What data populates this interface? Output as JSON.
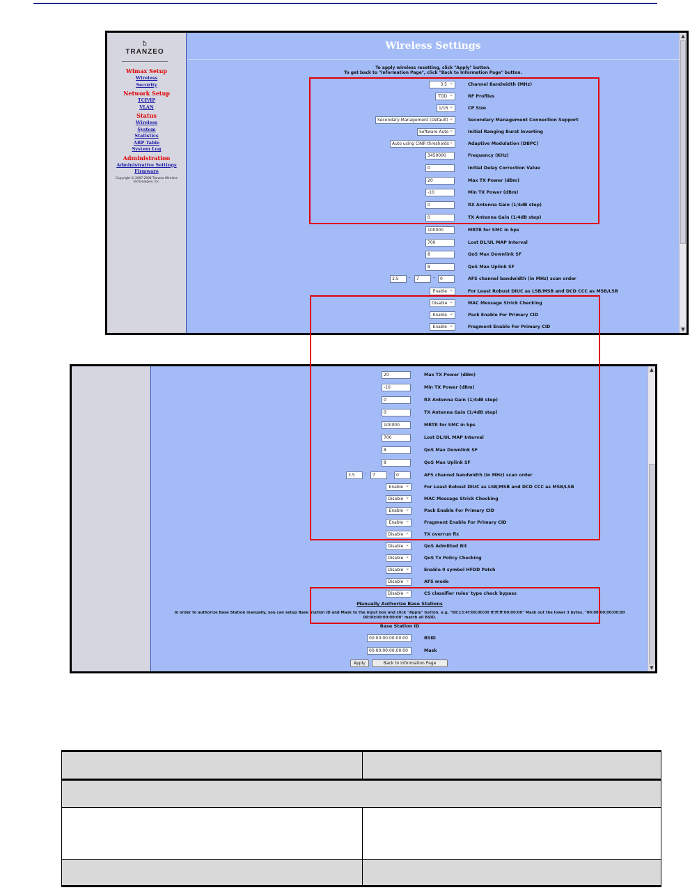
{
  "logo": {
    "mark": "ᵬ",
    "text": "TRANZEO"
  },
  "sidebar": {
    "wimax_setup": "Wimax Setup",
    "wireless": "Wireless",
    "security": "Security",
    "network_setup": "Network Setup",
    "tcpip": "TCP/IP",
    "vlan": "VLAN",
    "status": "Status",
    "status_wireless": "Wireless",
    "system": "System",
    "statistics": "Statistics",
    "arp_table": "ARP Table",
    "system_log": "System Log",
    "administration": "Administration",
    "admin_settings": "Administrative Settings",
    "firmware": "Firmware",
    "copyright": "Copyright © 2007-2008 Tranzeo Wireless Technologies, Inc."
  },
  "page": {
    "title": "Wireless Settings",
    "instruction_1": "To apply wireless resetting, click \"Apply\" button.",
    "instruction_2": "To get back to \"Information Page\", click \"Back to Information Page\" button."
  },
  "settings": {
    "channel_bandwidth": {
      "label": "Channel Bandwidth (MHz)",
      "value": "3.5"
    },
    "rf_profiles": {
      "label": "RF Profiles",
      "value": "TDD"
    },
    "cp_size": {
      "label": "CP Size",
      "value": "1/16"
    },
    "secondary_mgmt": {
      "label": "Secondary Management Connection Support",
      "value": "Secondary Management (Default)"
    },
    "initial_ranging": {
      "label": "Initial Ranging Burst Inverting",
      "value": "Software Auto"
    },
    "adaptive_modulation": {
      "label": "Adaptive Modulation (DBPC)",
      "value": "Auto using CINR thresholds"
    },
    "frequency": {
      "label": "Frequency (KHz)",
      "value": "3450000"
    },
    "initial_delay": {
      "label": "Initial Delay Correction Value",
      "value": "0"
    },
    "max_tx_power": {
      "label": "Max TX Power (dBm)",
      "value": "20"
    },
    "min_tx_power": {
      "label": "Min TX Power (dBm)",
      "value": "-10"
    },
    "rx_antenna_gain": {
      "label": "RX Antenna Gain (1/4dB step)",
      "value": "0"
    },
    "tx_antenna_gain": {
      "label": "TX Antenna Gain (1/4dB step)",
      "value": "0"
    },
    "mrtr_smc": {
      "label": "MRTR for SMC in bps",
      "value": "100000"
    },
    "lost_dl_ul": {
      "label": "Lost DL/UL MAP Interval",
      "value": "700"
    },
    "qos_max_dl": {
      "label": "QoS Max Downlink SF",
      "value": "8"
    },
    "qos_max_ul": {
      "label": "QoS Max Uplink SF",
      "value": "8"
    },
    "afs_scan": {
      "label": "AFS channel bandwidth (in MHz) scan order",
      "v1": "3.5",
      "v2": "7",
      "v3": "0",
      "sep": "-"
    },
    "least_robust": {
      "label": "For Least Robust DIUC as LSB/MSB and DCD CCC as MSB/LSB",
      "value": "Enable"
    },
    "mac_strick": {
      "label": "MAC Message Strick Checking",
      "value": "Disable"
    },
    "pack_enable": {
      "label": "Pack Enable For Primary CID",
      "value": "Enable"
    },
    "fragment_enable": {
      "label": "Fragment Enable For Primary CID",
      "value": "Enable"
    },
    "tx_overrun": {
      "label": "TX overrun fix",
      "value": "Disable"
    },
    "qos_admitted": {
      "label": "QoS Admitted Bit",
      "value": "Disable"
    },
    "qos_tx_policy": {
      "label": "QoS Tx Policy Checking",
      "value": "Disable"
    },
    "enable_0_symbol": {
      "label": "Enable 0 symbol HFDD Patch",
      "value": "Disable"
    },
    "afs_mode": {
      "label": "AFS mode",
      "value": "Disable"
    },
    "cs_classifier": {
      "label": "CS classifier rules' type check bypass",
      "value": "Disable"
    }
  },
  "manual_bs": {
    "title": "Manually Authorize Base Stations",
    "text": "In order to authorize Base Station manually, you can setup Base Station ID and Mask to the input box and click \"Apply\" button. e.g. \"00:13:4f:00:00:00 ff:ff:ff:00:00:00\" Mask out the lower 3 bytes. \"00:00:00:00:00:00 00:00:00:00:00:00\" match all BSID.",
    "bsid_header": "Base Station ID",
    "bsid_label": "BSID",
    "bsid_value": "00:00:00:00:00:00",
    "mask_label": "Mask",
    "mask_value": "00:00:00:00:00:00"
  },
  "buttons": {
    "apply": "Apply",
    "back": "Back to Information Page"
  },
  "colors": {
    "accent_red": "#e0000a",
    "panel_blue": "#a3bcf7",
    "sidebar_gray": "#d6d6e0",
    "nav_red": "#e00000",
    "nav_link": "#1a1aa8"
  }
}
